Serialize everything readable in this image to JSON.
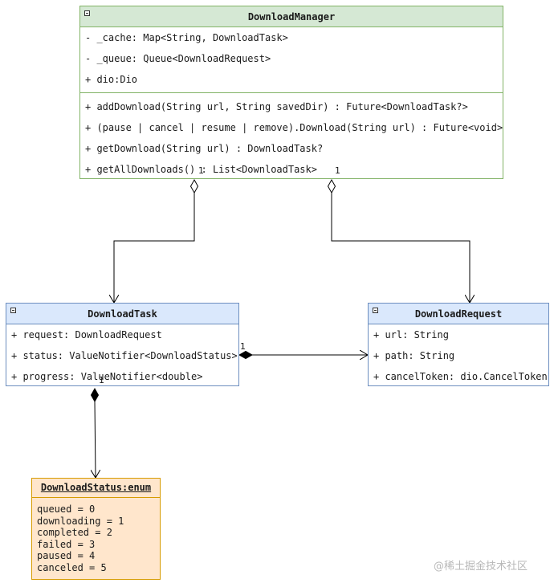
{
  "download_manager": {
    "title": "DownloadManager",
    "fields": [
      "- _cache:  Map<String, DownloadTask>",
      "- _queue: Queue<DownloadRequest>",
      "+ dio:Dio"
    ],
    "methods": [
      "+ addDownload(String url, String savedDir) : Future<DownloadTask?>",
      "+ (pause | cancel | resume | remove).Download(String url) : Future<void>",
      "+ getDownload(String url) : DownloadTask?",
      "+ getAllDownloads() :  List<DownloadTask>"
    ]
  },
  "download_task": {
    "title": "DownloadTask",
    "fields": [
      "+ request: DownloadRequest",
      "+ status: ValueNotifier<DownloadStatus>",
      "+ progress: ValueNotifier<double>"
    ]
  },
  "download_request": {
    "title": "DownloadRequest",
    "fields": [
      "+ url: String",
      "+ path: String",
      "+ cancelToken: dio.CancelToken"
    ]
  },
  "download_status": {
    "title": "DownloadStatus:enum",
    "values": [
      "queued = 0",
      "downloading = 1",
      "completed = 2",
      "failed = 3",
      "paused = 4",
      "canceled = 5"
    ]
  },
  "multiplicities": {
    "dm_to_task": "1",
    "dm_to_request": "1",
    "task_to_request": "1",
    "task_to_status": "1"
  },
  "watermark": "@稀土掘金技术社区",
  "colors": {
    "manager_fill": "#d5e8d4",
    "manager_stroke": "#82b366",
    "class_fill": "#dae8fc",
    "class_stroke": "#6c8ebf",
    "enum_fill": "#ffe6cc",
    "enum_stroke": "#d79b00"
  }
}
